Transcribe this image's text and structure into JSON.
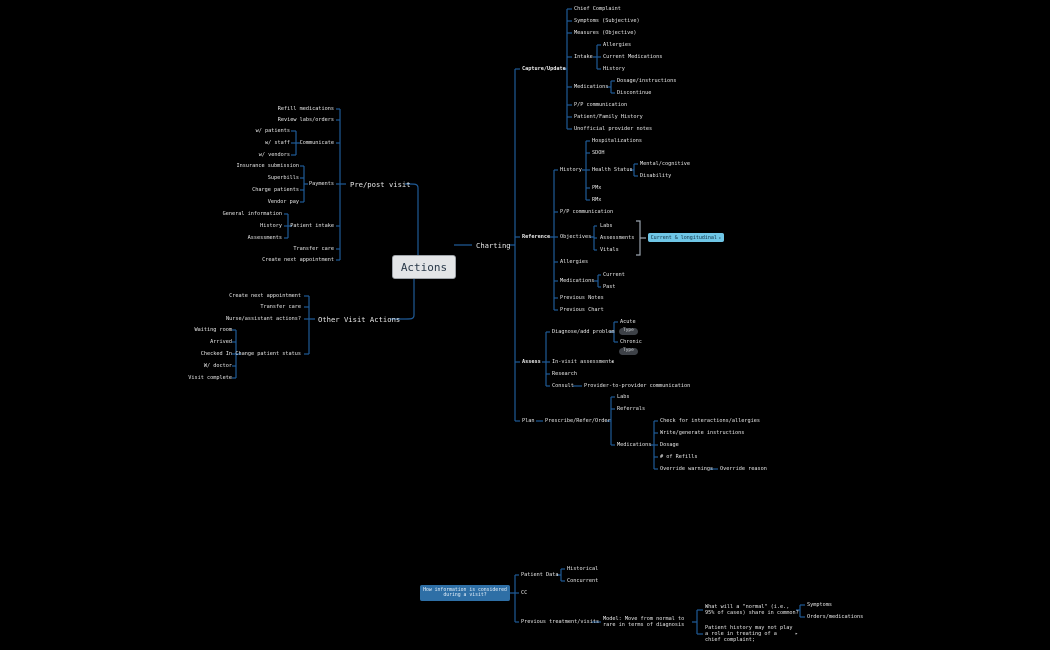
{
  "root": "Actions",
  "branches": {
    "pre_post": "Pre/post visit",
    "other": "Other Visit Actions",
    "charting": "Charting"
  },
  "pre_post": {
    "refill": "Refill medications",
    "review": "Review labs/orders",
    "communicate": "Communicate",
    "w_patients": "w/ patients",
    "w_staff": "w/ staff",
    "w_vendors": "w/ vendors",
    "payments": "Payments",
    "insurance": "Insurance submission",
    "superbills": "Superbills",
    "charge": "Charge patients",
    "vendor_pay": "Vendor pay",
    "intake": "Patient intake",
    "general": "General information",
    "history": "History",
    "assessments": "Assessments",
    "transfer": "Transfer care",
    "create_next": "Create next appointment"
  },
  "other": {
    "create_next": "Create next appointment",
    "transfer": "Transfer care",
    "nurse": "Nurse/assistant actions?",
    "change_status": "Change patient status",
    "waiting": "Waiting room",
    "arrived": "Arrived",
    "checked_in": "Checked In",
    "w_doctor": "W/ doctor",
    "complete": "Visit complete"
  },
  "charting": {
    "capture": "Capture/Update",
    "chief": "Chief Complaint",
    "symptoms": "Symptoms (Subjective)",
    "measures": "Measures (Objective)",
    "intake": "Intake",
    "allergies": "Allergies",
    "current_meds": "Current Medications",
    "history": "History",
    "medications": "Medications",
    "dosage_instr": "Dosage/instructions",
    "discontinue": "Discontinue",
    "pp_comm": "P/P communication",
    "pf_history": "Patient/Family History",
    "unofficial": "Unofficial provider notes",
    "reference": "Reference",
    "ref_history": "History",
    "hospitalizations": "Hospitalizations",
    "sdoh": "SDOH",
    "health_status": "Health Status",
    "mental": "Mental/cognitive",
    "disability": "Disability",
    "pmx": "PMx",
    "rmx": "RMx",
    "ref_pp": "P/P communication",
    "objectives": "Objectives",
    "labs": "Labs",
    "obj_assess": "Assessments",
    "vitals": "Vitals",
    "callout": "Current & longitudinal",
    "ref_allergies": "Allergies",
    "ref_meds": "Medications",
    "current": "Current",
    "past": "Past",
    "prev_notes": "Previous Notes",
    "prev_chart": "Previous Chart",
    "assess": "Assess",
    "diagnose": "Diagnose/add problem",
    "acute": "Acute",
    "chronic": "Chronic",
    "type_pill": "Type",
    "in_visit": "In-visit assessments",
    "research": "Research",
    "consult": "Consult",
    "p2p": "Provider-to-provider communication",
    "plan": "Plan",
    "prescribe": "Prescribe/Refer/Order",
    "plan_labs": "Labs",
    "referrals": "Referrals",
    "plan_meds": "Medications",
    "check": "Check for interactions/allergies",
    "write": "Write/generate instructions",
    "dosage": "Dosage",
    "refills": "# of Refills",
    "override": "Override warnings",
    "override_reason": "Override reason"
  },
  "question": {
    "box": "How information is considered during a visit?",
    "patient_data": "Patient Data",
    "historical": "Historical",
    "concurrent": "Concurrent",
    "cc": "CC",
    "prev_treat": "Previous treatment/visits",
    "model": "Model: Move from normal to rare in terms of diagnosis",
    "normal_q": "What will a \"normal\" (i.e., 95% of cases) share in common?",
    "symptoms": "Symptoms",
    "orders": "Orders/medications",
    "history_note": "Patient history may not play a role in treating of a chief complaint;"
  },
  "colors": {
    "background": "#000000",
    "connector": "#1f5a96",
    "root_fill": "#e3e5e7",
    "callout": "#6fc6e6",
    "question_box": "#2e6fa6"
  }
}
